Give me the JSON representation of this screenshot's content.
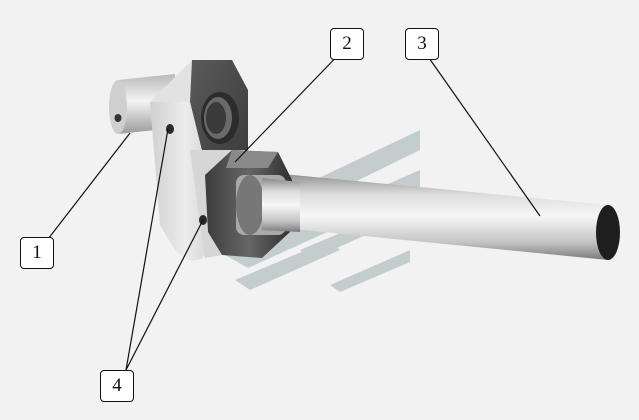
{
  "callouts": {
    "c1": "1",
    "c2": "2",
    "c3": "3",
    "c4": "4"
  },
  "colors": {
    "background": "#f2f2f2",
    "metal_light": "#e6e6e6",
    "metal_dark": "#4a4a4a",
    "watermark": "#9fb0b0"
  }
}
